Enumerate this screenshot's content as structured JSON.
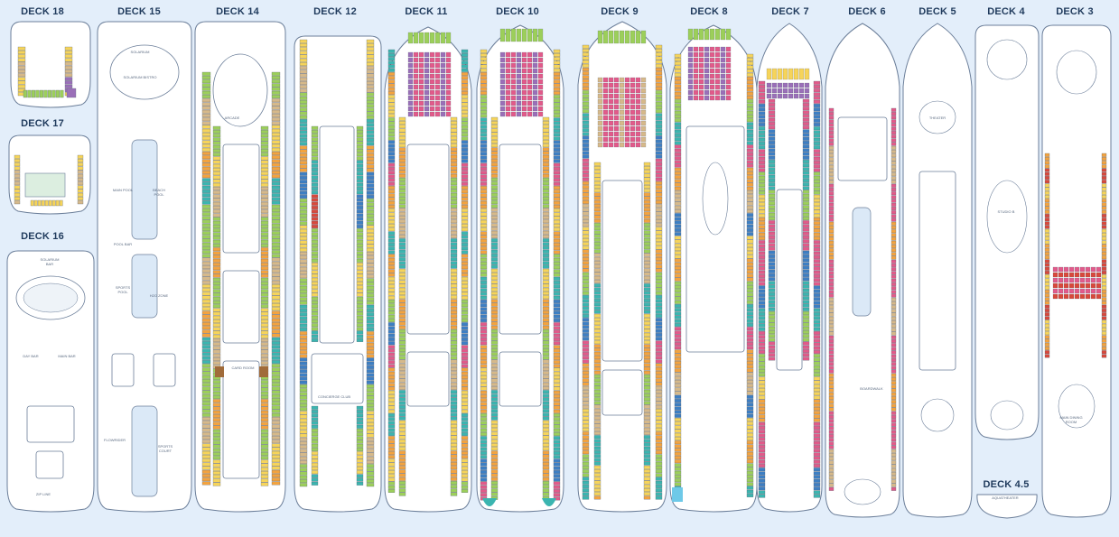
{
  "decks": [
    {
      "id": "deck18",
      "label": "DECK 18"
    },
    {
      "id": "deck17",
      "label": "DECK 17"
    },
    {
      "id": "deck16",
      "label": "DECK 16"
    },
    {
      "id": "deck15",
      "label": "DECK 15"
    },
    {
      "id": "deck14",
      "label": "DECK 14"
    },
    {
      "id": "deck12",
      "label": "DECK 12"
    },
    {
      "id": "deck11",
      "label": "DECK 11"
    },
    {
      "id": "deck10",
      "label": "DECK 10"
    },
    {
      "id": "deck9",
      "label": "DECK 9"
    },
    {
      "id": "deck8",
      "label": "DECK 8"
    },
    {
      "id": "deck7",
      "label": "DECK 7"
    },
    {
      "id": "deck6",
      "label": "DECK 6"
    },
    {
      "id": "deck5",
      "label": "DECK 5"
    },
    {
      "id": "deck4",
      "label": "DECK 4"
    },
    {
      "id": "deck3",
      "label": "DECK 3"
    },
    {
      "id": "deck45",
      "label": "DECK 4.5"
    }
  ],
  "venues": {
    "deck16_top": "SOLARIUM BAR",
    "deck16_bar1": "DAY BAR",
    "deck16_bar2": "MAIN BAR",
    "deck16_zip": "ZIP LINE",
    "deck15_solarium": "SOLARIUM",
    "deck15_bistro": "SOLARIUM BISTRO",
    "deck15_pool1": "MAIN POOL",
    "deck15_pool2": "BEACH POOL",
    "deck15_sports": "SPORTS POOL",
    "deck15_pool_bar": "POOL BAR",
    "deck15_h2o": "H2O ZONE",
    "deck15_boardwalk": "FLOWRIDER",
    "deck15_court": "SPORTS COURT",
    "deck14_arcade": "ARCADE",
    "deck14_card": "CARD ROOM",
    "deck12_club": "CONCIERGE CLUB",
    "deck6_pool": "BOARDWALK",
    "deck5_theater": "THEATER",
    "deck4_studio": "STUDIO B",
    "deck3_dining": "MAIN DINING ROOM",
    "deck45_label": "AQUATHEATER"
  },
  "colors": {
    "background": "#e3eefa",
    "title": "#1f3a5c",
    "hull_fill": "#ffffff",
    "hull_stroke": "#6b7e99",
    "cabin_yellow": "#f6d45a",
    "cabin_orange": "#f3a33f",
    "cabin_green": "#9ccf5a",
    "cabin_teal": "#3bb5b0",
    "cabin_blue": "#3d7fc4",
    "cabin_pink": "#e25a8a",
    "cabin_purple": "#9a6fb8",
    "cabin_tan": "#d6b98a",
    "cabin_brown": "#a06b3a",
    "cabin_red": "#d9483b",
    "cabin_lightblue": "#6ec9e8"
  }
}
